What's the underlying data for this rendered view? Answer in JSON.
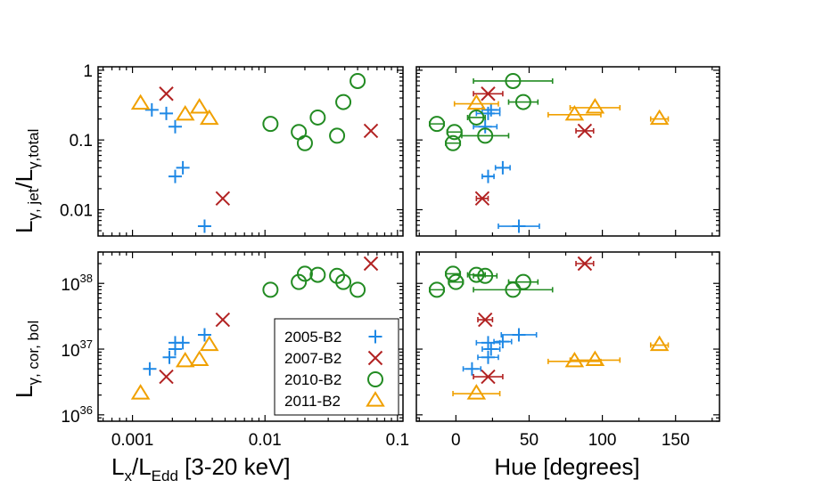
{
  "series_styles": [
    {
      "name": "2005-B2",
      "color": "#1e88e5",
      "marker": "plus"
    },
    {
      "name": "2007-B2",
      "color": "#b22222",
      "marker": "x"
    },
    {
      "name": "2010-B2",
      "color": "#228b22",
      "marker": "circle"
    },
    {
      "name": "2011-B2",
      "color": "#f0a000",
      "marker": "triangle"
    }
  ],
  "labels": {
    "xlabel_left_main": "L",
    "xlabel_left_sub1": "x",
    "xlabel_left_mid": "/L",
    "xlabel_left_sub2": "Edd",
    "xlabel_left_tail": " [3-20 keV]",
    "xlabel_right": "Hue [degrees]",
    "ylabel_top_main": "L",
    "ylabel_top_sub1": "γ, jet",
    "ylabel_top_mid": "/L",
    "ylabel_top_sub2": "γ,total",
    "ylabel_bottom_main": "L",
    "ylabel_bottom_sub": "γ, cor, bol"
  },
  "ticks": {
    "x_log": [
      {
        "v": 0.001,
        "label": "0.001"
      },
      {
        "v": 0.01,
        "label": "0.01"
      },
      {
        "v": 0.1,
        "label": "0.1"
      }
    ],
    "x_hue": [
      {
        "v": 0,
        "label": "0"
      },
      {
        "v": 50,
        "label": "50"
      },
      {
        "v": 100,
        "label": "100"
      },
      {
        "v": 150,
        "label": "150"
      }
    ],
    "y_ratio": [
      {
        "v": 0.01,
        "label": "0.01"
      },
      {
        "v": 0.1,
        "label": "0.1"
      },
      {
        "v": 1,
        "label": "1"
      }
    ],
    "y_lum": [
      {
        "v": 1e+36,
        "base": "10",
        "exp": "36"
      },
      {
        "v": 1e+37,
        "base": "10",
        "exp": "37"
      },
      {
        "v": 1e+38,
        "base": "10",
        "exp": "38"
      }
    ]
  },
  "chart_data": [
    {
      "type": "scatter",
      "panel": "top-left",
      "xscale": "log",
      "yscale": "log",
      "xlim": [
        0.00055,
        0.11
      ],
      "ylim": [
        0.0042,
        1.12
      ],
      "series": [
        {
          "name": "2005-B2",
          "points": [
            {
              "x": 0.0014,
              "y": 0.27
            },
            {
              "x": 0.0018,
              "y": 0.24
            },
            {
              "x": 0.0021,
              "y": 0.155
            },
            {
              "x": 0.0021,
              "y": 0.03
            },
            {
              "x": 0.0024,
              "y": 0.04
            },
            {
              "x": 0.0035,
              "y": 0.0058
            }
          ]
        },
        {
          "name": "2007-B2",
          "points": [
            {
              "x": 0.0018,
              "y": 0.46
            },
            {
              "x": 0.0048,
              "y": 0.0145
            },
            {
              "x": 0.063,
              "y": 0.135
            }
          ]
        },
        {
          "name": "2010-B2",
          "points": [
            {
              "x": 0.011,
              "y": 0.17
            },
            {
              "x": 0.018,
              "y": 0.13
            },
            {
              "x": 0.02,
              "y": 0.09
            },
            {
              "x": 0.025,
              "y": 0.21
            },
            {
              "x": 0.035,
              "y": 0.115
            },
            {
              "x": 0.039,
              "y": 0.35
            },
            {
              "x": 0.05,
              "y": 0.7
            }
          ]
        },
        {
          "name": "2011-B2",
          "points": [
            {
              "x": 0.00115,
              "y": 0.33
            },
            {
              "x": 0.0025,
              "y": 0.23
            },
            {
              "x": 0.0032,
              "y": 0.29
            },
            {
              "x": 0.0038,
              "y": 0.2
            }
          ]
        }
      ]
    },
    {
      "type": "scatter",
      "panel": "top-right",
      "xscale": "linear",
      "yscale": "log",
      "xlim": [
        -27,
        180
      ],
      "ylim": [
        0.0042,
        1.12
      ],
      "series": [
        {
          "name": "2005-B2",
          "points": [
            {
              "x": 20,
              "y": 0.155,
              "xerr": 8
            },
            {
              "x": 22,
              "y": 0.24,
              "xerr": 8
            },
            {
              "x": 24,
              "y": 0.27,
              "xerr": 6
            },
            {
              "x": 22,
              "y": 0.03,
              "xerr": 4
            },
            {
              "x": 32,
              "y": 0.04,
              "xerr": 5
            },
            {
              "x": 43,
              "y": 0.0058,
              "xerr": 14
            }
          ]
        },
        {
          "name": "2007-B2",
          "points": [
            {
              "x": 22,
              "y": 0.46,
              "xerr": 10
            },
            {
              "x": 18,
              "y": 0.0145,
              "xerr": 4
            },
            {
              "x": 88,
              "y": 0.135,
              "xerr": 6
            }
          ]
        },
        {
          "name": "2010-B2",
          "points": [
            {
              "x": -13,
              "y": 0.17,
              "xerr": 5
            },
            {
              "x": -1,
              "y": 0.13,
              "xerr": 5
            },
            {
              "x": -2,
              "y": 0.09,
              "xerr": 5
            },
            {
              "x": 14,
              "y": 0.21,
              "xerr": 6
            },
            {
              "x": 20,
              "y": 0.115,
              "xerr": 16
            },
            {
              "x": 46,
              "y": 0.35,
              "xerr": 10
            },
            {
              "x": 39,
              "y": 0.7,
              "xerr": 27
            }
          ]
        },
        {
          "name": "2011-B2",
          "points": [
            {
              "x": 14,
              "y": 0.33,
              "xerr": 15
            },
            {
              "x": 81,
              "y": 0.23,
              "xerr": 18
            },
            {
              "x": 95,
              "y": 0.29,
              "xerr": 17
            },
            {
              "x": 139,
              "y": 0.2,
              "xerr": 6
            }
          ]
        }
      ]
    },
    {
      "type": "scatter",
      "panel": "bottom-left",
      "xscale": "log",
      "yscale": "log",
      "xlim": [
        0.00055,
        0.11
      ],
      "ylim": [
        8e+35,
        3e+38
      ],
      "series": [
        {
          "name": "2005-B2",
          "points": [
            {
              "x": 0.00135,
              "y": 5e+36
            },
            {
              "x": 0.0019,
              "y": 7.5e+36
            },
            {
              "x": 0.0021,
              "y": 1e+37
            },
            {
              "x": 0.0021,
              "y": 1.25e+37
            },
            {
              "x": 0.0024,
              "y": 1.25e+37
            },
            {
              "x": 0.0035,
              "y": 1.65e+37
            }
          ]
        },
        {
          "name": "2007-B2",
          "points": [
            {
              "x": 0.0018,
              "y": 3.8e+36
            },
            {
              "x": 0.0048,
              "y": 2.8e+37
            },
            {
              "x": 0.063,
              "y": 2e+38
            }
          ]
        },
        {
          "name": "2010-B2",
          "points": [
            {
              "x": 0.011,
              "y": 8e+37
            },
            {
              "x": 0.018,
              "y": 1.05e+38
            },
            {
              "x": 0.02,
              "y": 1.4e+38
            },
            {
              "x": 0.025,
              "y": 1.35e+38
            },
            {
              "x": 0.035,
              "y": 1.3e+38
            },
            {
              "x": 0.039,
              "y": 1.05e+38
            },
            {
              "x": 0.05,
              "y": 8e+37
            }
          ]
        },
        {
          "name": "2011-B2",
          "points": [
            {
              "x": 0.00115,
              "y": 2.1e+36
            },
            {
              "x": 0.0025,
              "y": 6.5e+36
            },
            {
              "x": 0.0032,
              "y": 6.8e+36
            },
            {
              "x": 0.0038,
              "y": 1.15e+37
            }
          ]
        }
      ]
    },
    {
      "type": "scatter",
      "panel": "bottom-right",
      "xscale": "linear",
      "yscale": "log",
      "xlim": [
        -27,
        180
      ],
      "ylim": [
        8e+35,
        3e+38
      ],
      "series": [
        {
          "name": "2005-B2",
          "points": [
            {
              "x": 11,
              "y": 5e+36,
              "xerr": 6
            },
            {
              "x": 22,
              "y": 7.5e+36,
              "xerr": 7
            },
            {
              "x": 24,
              "y": 1e+37,
              "xerr": 6
            },
            {
              "x": 22,
              "y": 1.25e+37,
              "xerr": 8
            },
            {
              "x": 32,
              "y": 1.3e+37,
              "xerr": 6
            },
            {
              "x": 43,
              "y": 1.65e+37,
              "xerr": 12
            }
          ]
        },
        {
          "name": "2007-B2",
          "points": [
            {
              "x": 20,
              "y": 2.8e+37,
              "xerr": 5
            },
            {
              "x": 22,
              "y": 3.8e+36,
              "xerr": 10
            },
            {
              "x": 88,
              "y": 2e+38,
              "xerr": 6
            }
          ]
        },
        {
          "name": "2010-B2",
          "points": [
            {
              "x": -13,
              "y": 8e+37,
              "xerr": 5
            },
            {
              "x": -2,
              "y": 1.4e+38,
              "xerr": 5
            },
            {
              "x": 0,
              "y": 1.05e+38,
              "xerr": 5
            },
            {
              "x": 14,
              "y": 1.35e+38,
              "xerr": 6
            },
            {
              "x": 20,
              "y": 1.3e+38,
              "xerr": 8
            },
            {
              "x": 46,
              "y": 1.05e+38,
              "xerr": 10
            },
            {
              "x": 39,
              "y": 8e+37,
              "xerr": 27
            }
          ]
        },
        {
          "name": "2011-B2",
          "points": [
            {
              "x": 14,
              "y": 2.1e+36,
              "xerr": 16
            },
            {
              "x": 81,
              "y": 6.5e+36,
              "xerr": 18
            },
            {
              "x": 95,
              "y": 6.8e+36,
              "xerr": 17
            },
            {
              "x": 139,
              "y": 1.15e+37,
              "xerr": 6
            }
          ]
        }
      ]
    }
  ]
}
